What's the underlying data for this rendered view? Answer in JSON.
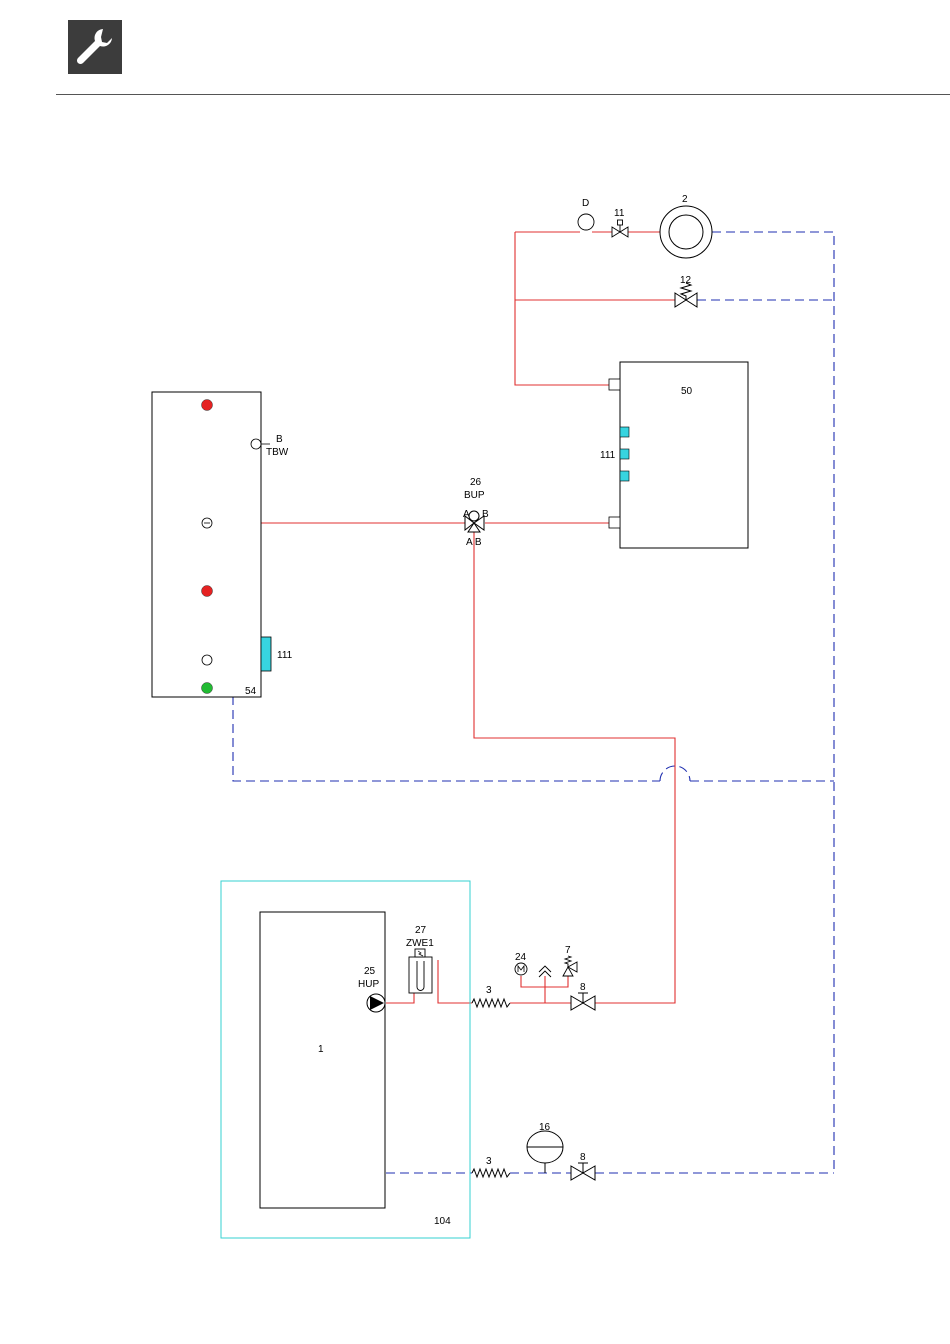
{
  "header": {
    "icon": "wrench-icon"
  },
  "colors": {
    "supply_line": "#e03030",
    "return_line": "#1f2fb0",
    "module_frame": "#36d0d0",
    "sensor_fill": "#37d4e0",
    "hot_marker": "#e52222",
    "cold_marker": "#22bb33"
  },
  "labels": {
    "d": "D",
    "c11": "11",
    "c2": "2",
    "c12": "12",
    "c50": "50",
    "c111_top": "111",
    "b": "B",
    "tbw": "TBW",
    "c26": "26",
    "bup": "BUP",
    "port_a": "A",
    "port_b": "B",
    "port_ab": "A B",
    "c111_tank": "111",
    "c54": "54",
    "c27": "27",
    "zwe1": "ZWE1",
    "c24": "24",
    "c7": "7",
    "c25": "25",
    "hup": "HUP",
    "c3_top": "3",
    "c8_top": "8",
    "c1": "1",
    "c16": "16",
    "c3_bottom": "3",
    "c8_bottom": "8",
    "c104": "104"
  }
}
